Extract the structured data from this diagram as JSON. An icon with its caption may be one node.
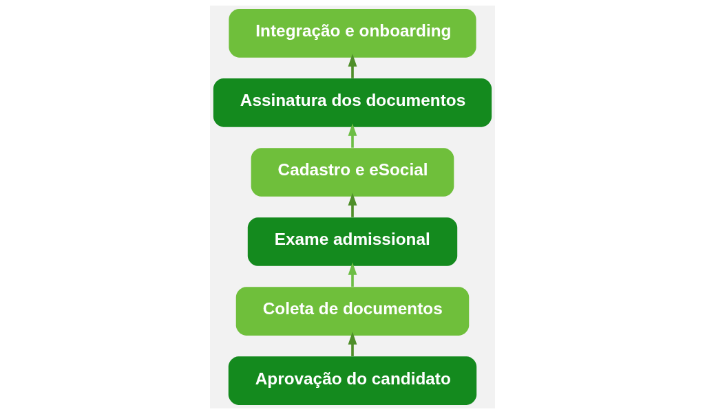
{
  "diagram": {
    "nodes": [
      {
        "text": [
          "Aprovação do candidato"
        ]
      },
      {
        "text": [
          "Coleta de documentos"
        ]
      },
      {
        "text": [
          "Exame admissional"
        ]
      },
      {
        "text": [
          "Cadastro e eSocial"
        ]
      },
      {
        "text": [
          "Assinatura dos documentos"
        ]
      },
      {
        "text": [
          "Integração e onboarding"
        ]
      }
    ],
    "edges": [
      {
        "from": 0,
        "to": 1,
        "arrow": "to"
      },
      {
        "from": 1,
        "to": 2,
        "arrow": "to",
        "color": "#6dbe45"
      },
      {
        "from": 2,
        "to": 3,
        "arrow": "to"
      },
      {
        "from": 3,
        "to": 4,
        "arrow": "to",
        "color": "#6dbe45"
      },
      {
        "from": 4,
        "to": 5,
        "arrow": "to"
      }
    ]
  }
}
